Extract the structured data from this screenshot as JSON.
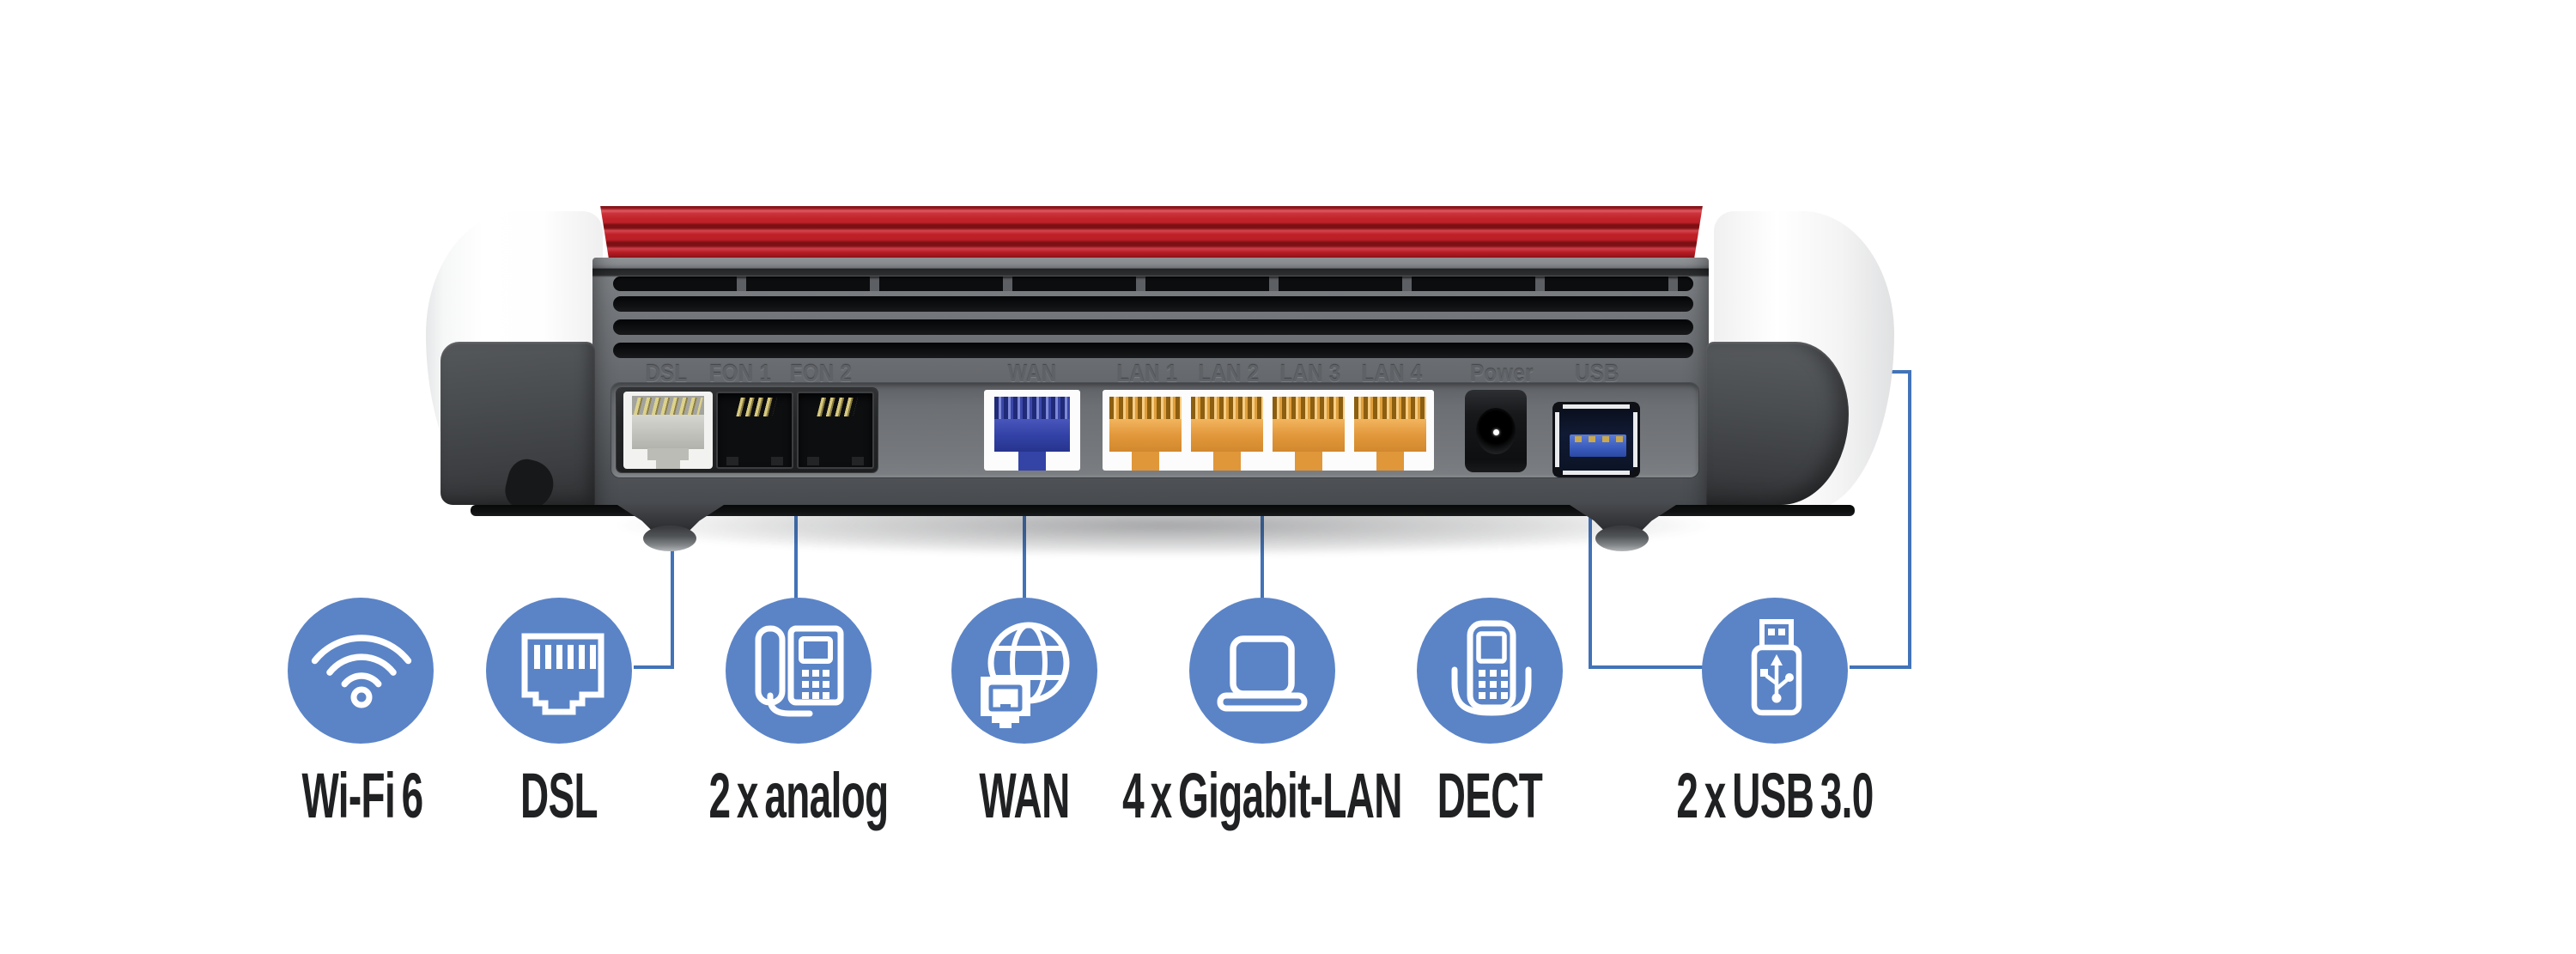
{
  "router": {
    "port_labels": [
      "DSL",
      "FON 1",
      "FON 2",
      "WAN",
      "LAN 1",
      "LAN 2",
      "LAN 3",
      "LAN 4",
      "Power",
      "USB"
    ]
  },
  "features": [
    {
      "id": "wifi",
      "icon": "wifi-icon",
      "label": "Wi-Fi 6"
    },
    {
      "id": "dsl",
      "icon": "rj45-jack-icon",
      "label": "DSL"
    },
    {
      "id": "analog",
      "icon": "analog-phone-icon",
      "label": "2 x analog"
    },
    {
      "id": "wan",
      "icon": "globe-icon",
      "label": "WAN"
    },
    {
      "id": "gigabit-lan",
      "icon": "laptop-icon",
      "label": "4 x Gigabit-LAN"
    },
    {
      "id": "dect",
      "icon": "dect-handset-icon",
      "label": "DECT"
    },
    {
      "id": "usb",
      "icon": "usb-stick-icon",
      "label": "2 x USB 3.0"
    }
  ],
  "colors": {
    "feature_circle_blue": "#5b84c7",
    "connector_line_blue": "#4273b8",
    "router_red": "#c0222a"
  }
}
